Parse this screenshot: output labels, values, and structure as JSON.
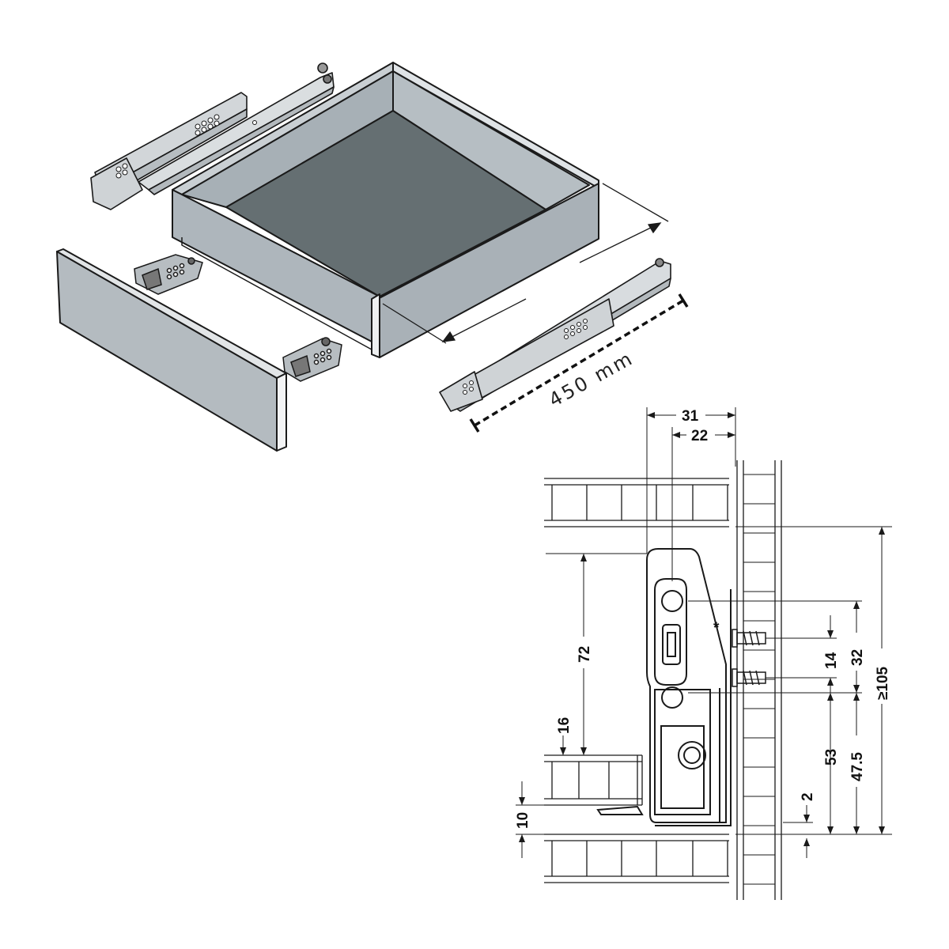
{
  "drawer_length": "450 mm",
  "dimensions": {
    "d31": "31",
    "d22": "22",
    "d72": "72",
    "d16": "16",
    "d10": "10",
    "d14": "14",
    "d32": "32",
    "d105": "≥105",
    "d53": "53",
    "d47_5": "47.5",
    "d2": "2",
    "screw_note": "*"
  },
  "colors": {
    "box_side": "#aeb6bc",
    "box_bottom": "#656f72",
    "front_panel": "#b4bbc0",
    "rail": "#cfd3d6",
    "line": "#1a1a1a"
  }
}
